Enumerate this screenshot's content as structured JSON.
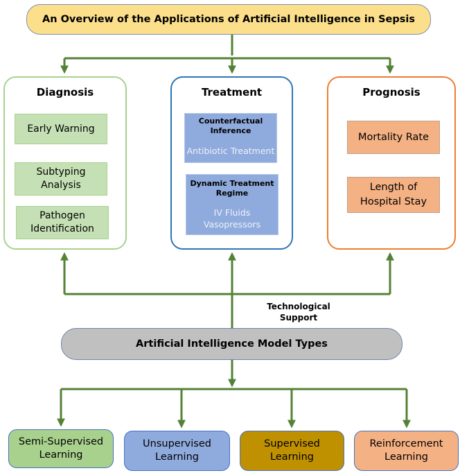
{
  "title": "An Overview of the Applications of Artificial Intelligence in Sepsis",
  "diagnosis": {
    "title": "Diagnosis",
    "items": [
      "Early Warning",
      "Subtyping\nAnalysis",
      "Pathogen\nIdentification"
    ]
  },
  "treatment": {
    "title": "Treatment",
    "boxes": [
      {
        "heading": "Counterfactual\nInference",
        "subtext": "Antibiotic Treatment"
      },
      {
        "heading": "Dynamic Treatment\nRegime",
        "subtext": "IV Fluids\nVasopressors"
      }
    ]
  },
  "prognosis": {
    "title": "Prognosis",
    "items": [
      "Mortality Rate",
      "Length of\nHospital Stay"
    ]
  },
  "tech_support_label": "Technological\nSupport",
  "ai_model_types": "Artificial Intelligence Model Types",
  "learning_types": [
    "Semi-Supervised\nLearning",
    "Unsupervised\nLearning",
    "Supervised\nLearning",
    "Reinforcement\nLearning"
  ],
  "colors": {
    "arrow": "#548235",
    "title_fill": "#fcdf8a",
    "diagnosis_border": "#a9d18e",
    "treatment_border": "#2e75b6",
    "prognosis_border": "#ed7d31",
    "green_box": "#c5e0b4",
    "blue_box": "#8faadc",
    "orange_box": "#f4b183",
    "ai_fill": "#c0c0c0",
    "supervised_fill": "#bf9000"
  }
}
